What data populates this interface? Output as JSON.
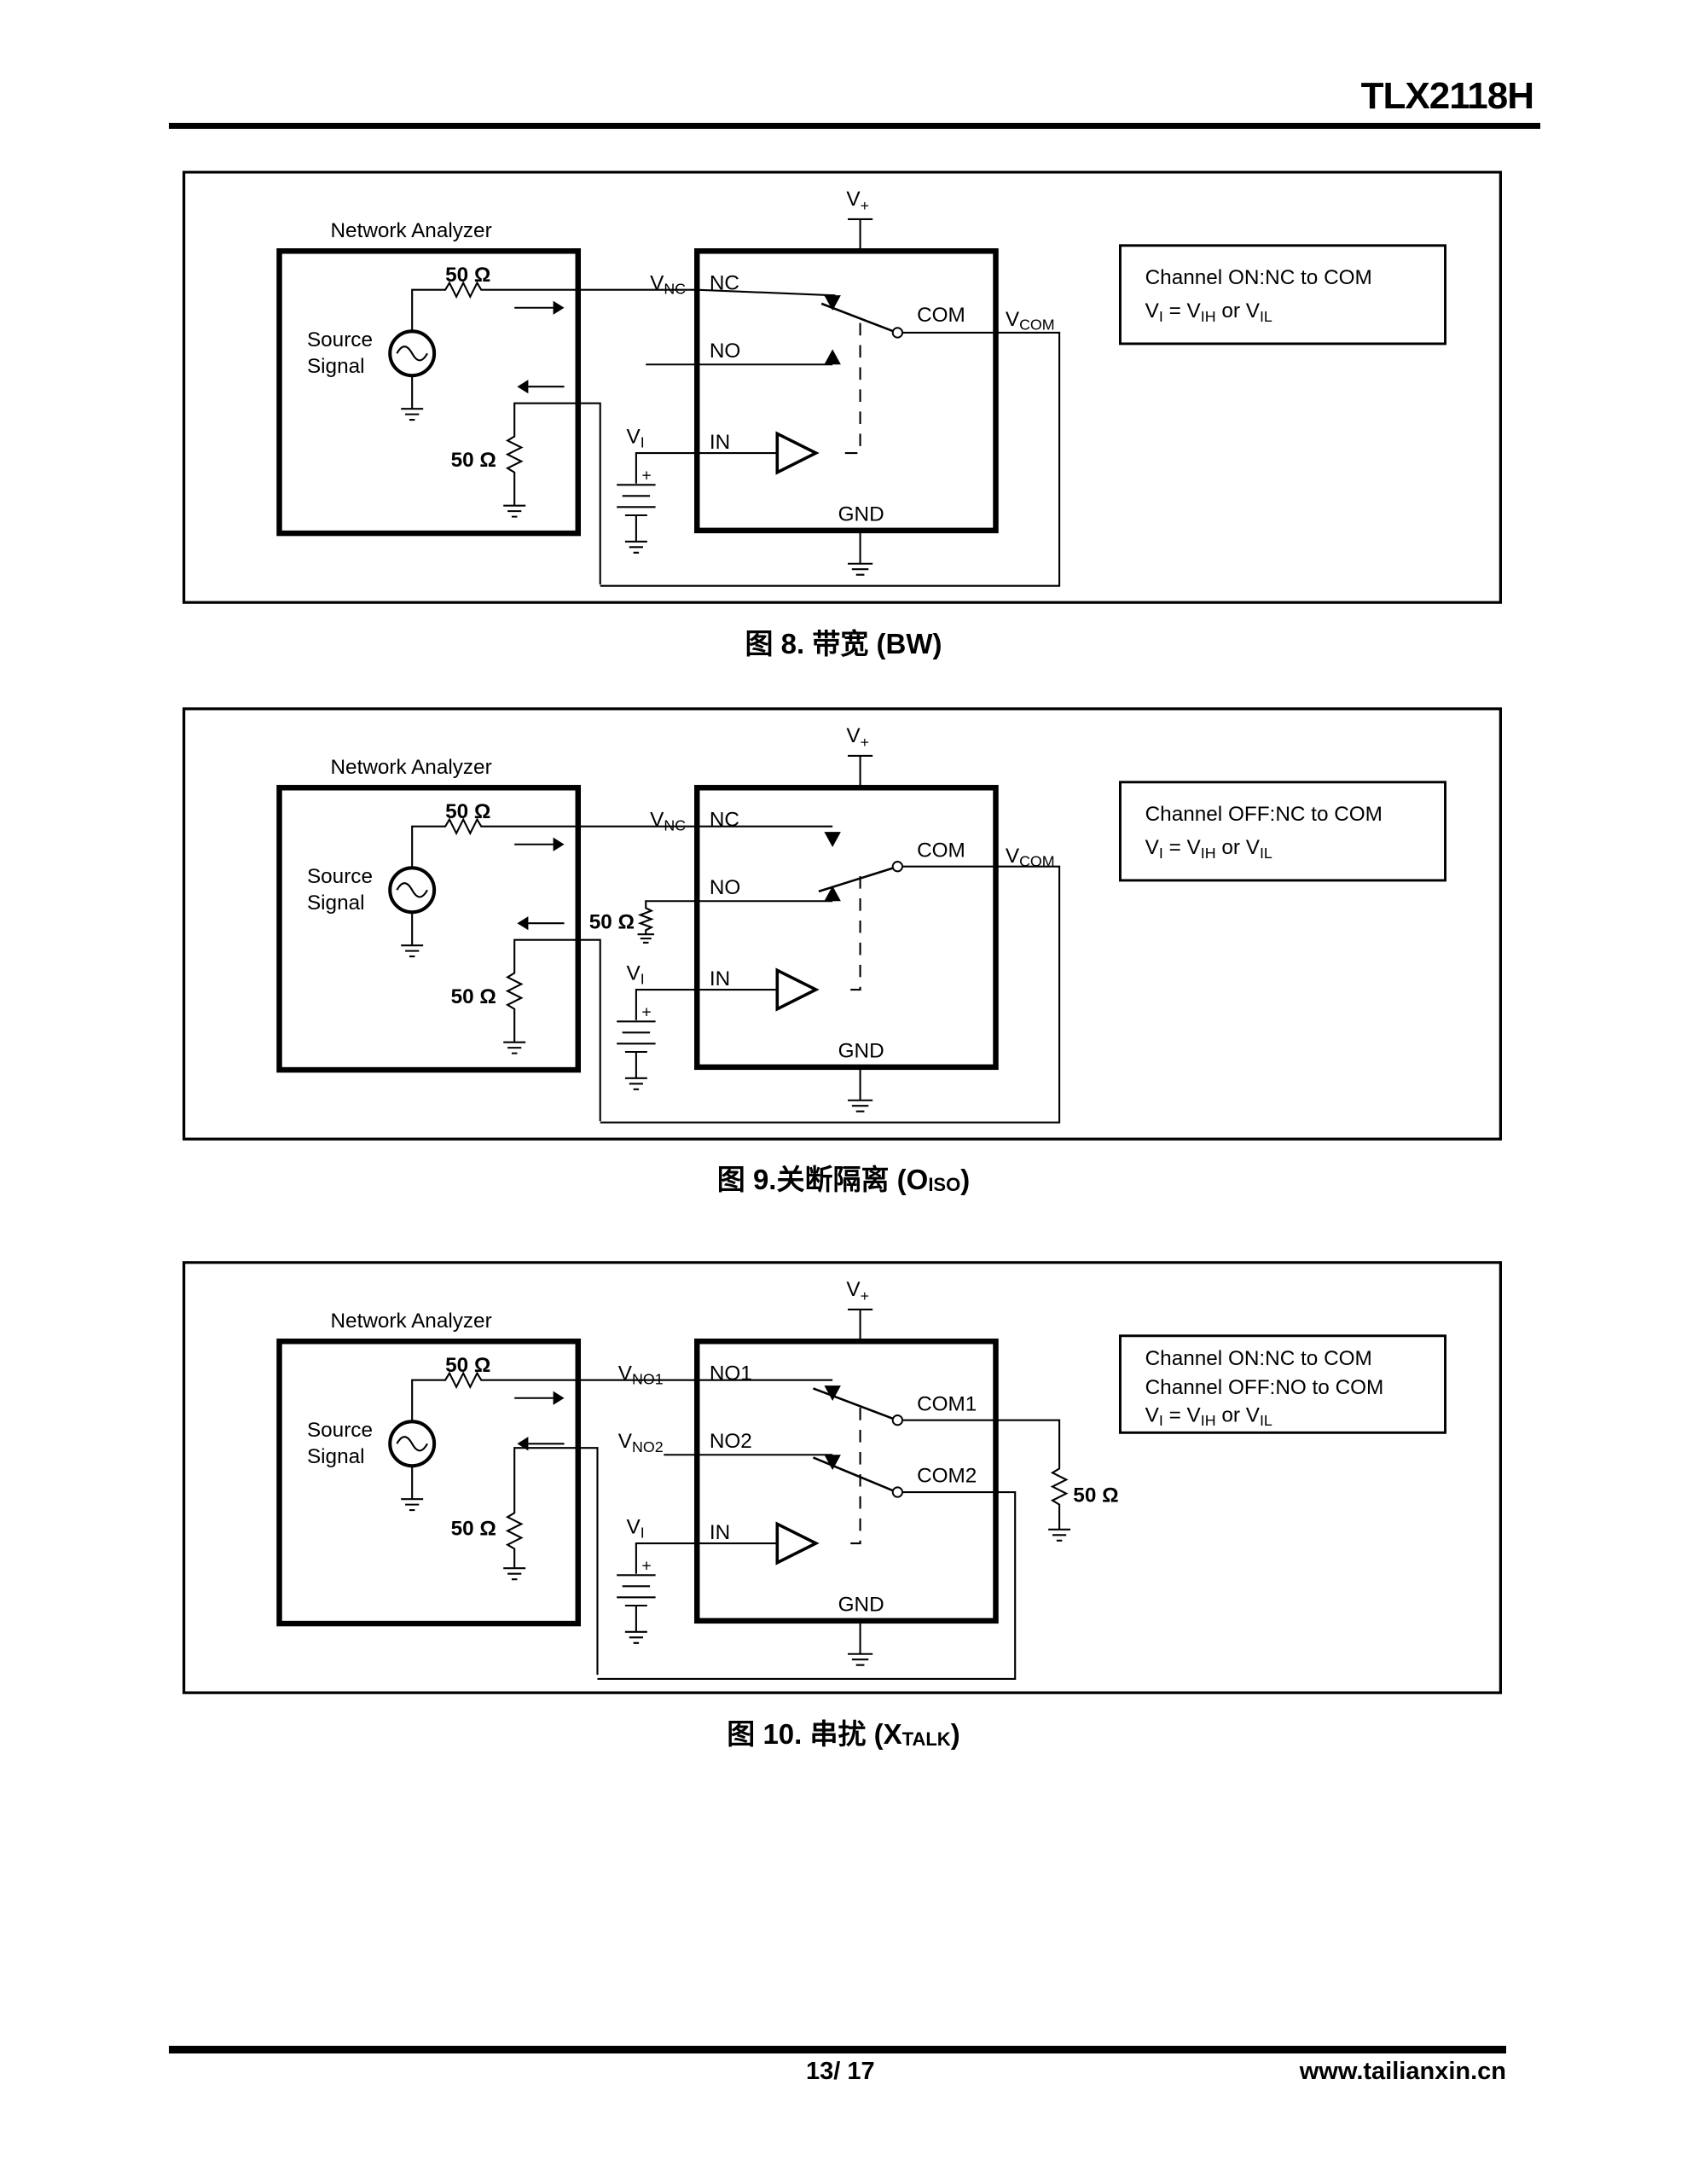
{
  "header": {
    "title": "TLX2118H"
  },
  "figures": [
    {
      "caption": {
        "prefix": "图 8. 带宽 (BW)",
        "sub": "",
        "suffix": ""
      },
      "analyzer_label": "Network Analyzer",
      "source_label_1": "Source",
      "source_label_2": "Signal",
      "r_top": "50 Ω",
      "r_bottom": "50 Ω",
      "vplus": "V",
      "vplus_sub": "+",
      "pin_top_volt": "V",
      "pin_top_volt_sub": "NC",
      "pin_top": "NC",
      "pin_mid": "NO",
      "vi": "V",
      "vi_sub": "I",
      "pin_in": "IN",
      "com": "COM",
      "vcom": "V",
      "vcom_sub": "COM",
      "gnd": "GND",
      "plus": "+",
      "legend": [
        "Channel ON:NC to COM"
      ],
      "legend_vi": {
        "v": "V",
        "v_sub": "I",
        "eq": " = ",
        "vih": "V",
        "vih_sub": "IH",
        "or": " or ",
        "vil": "V",
        "vil_sub": "IL"
      }
    },
    {
      "caption": {
        "prefix": "图 9.关断隔离 (O",
        "sub": "ISO",
        "suffix": ")"
      },
      "analyzer_label": "Network Analyzer",
      "source_label_1": "Source",
      "source_label_2": "Signal",
      "r_top": "50 Ω",
      "r_bottom": "50 Ω",
      "r_no": "50 Ω",
      "vplus": "V",
      "vplus_sub": "+",
      "pin_top_volt": "V",
      "pin_top_volt_sub": "NC",
      "pin_top": "NC",
      "pin_mid": "NO",
      "vi": "V",
      "vi_sub": "I",
      "pin_in": "IN",
      "com": "COM",
      "vcom": "V",
      "vcom_sub": "COM",
      "gnd": "GND",
      "plus": "+",
      "legend": [
        "Channel OFF:NC to COM"
      ],
      "legend_vi": {
        "v": "V",
        "v_sub": "I",
        "eq": " = ",
        "vih": "V",
        "vih_sub": "IH",
        "or": " or ",
        "vil": "V",
        "vil_sub": "IL"
      }
    },
    {
      "caption": {
        "prefix": "图 10. 串扰 (X",
        "sub": "TALK",
        "suffix": ")"
      },
      "analyzer_label": "Network Analyzer",
      "source_label_1": "Source",
      "source_label_2": "Signal",
      "r_top": "50 Ω",
      "r_bottom": "50 Ω",
      "r_com": "50 Ω",
      "vplus": "V",
      "vplus_sub": "+",
      "pin_top_volt": "V",
      "pin_top_volt_sub": "NO1",
      "pin_top": "NO1",
      "pin_mid_volt": "V",
      "pin_mid_volt_sub": "NO2",
      "pin_mid": "NO2",
      "vi": "V",
      "vi_sub": "I",
      "pin_in": "IN",
      "com1": "COM1",
      "com2": "COM2",
      "gnd": "GND",
      "plus": "+",
      "legend": [
        "Channel ON:NC to COM",
        "Channel OFF:NO to COM"
      ],
      "legend_vi": {
        "v": "V",
        "v_sub": "I",
        "eq": " = ",
        "vih": "V",
        "vih_sub": "IH",
        "or": " or ",
        "vil": "V",
        "vil_sub": "IL"
      }
    }
  ],
  "footer": {
    "page": "13/ 17",
    "site": "www.tailianxin.cn"
  }
}
